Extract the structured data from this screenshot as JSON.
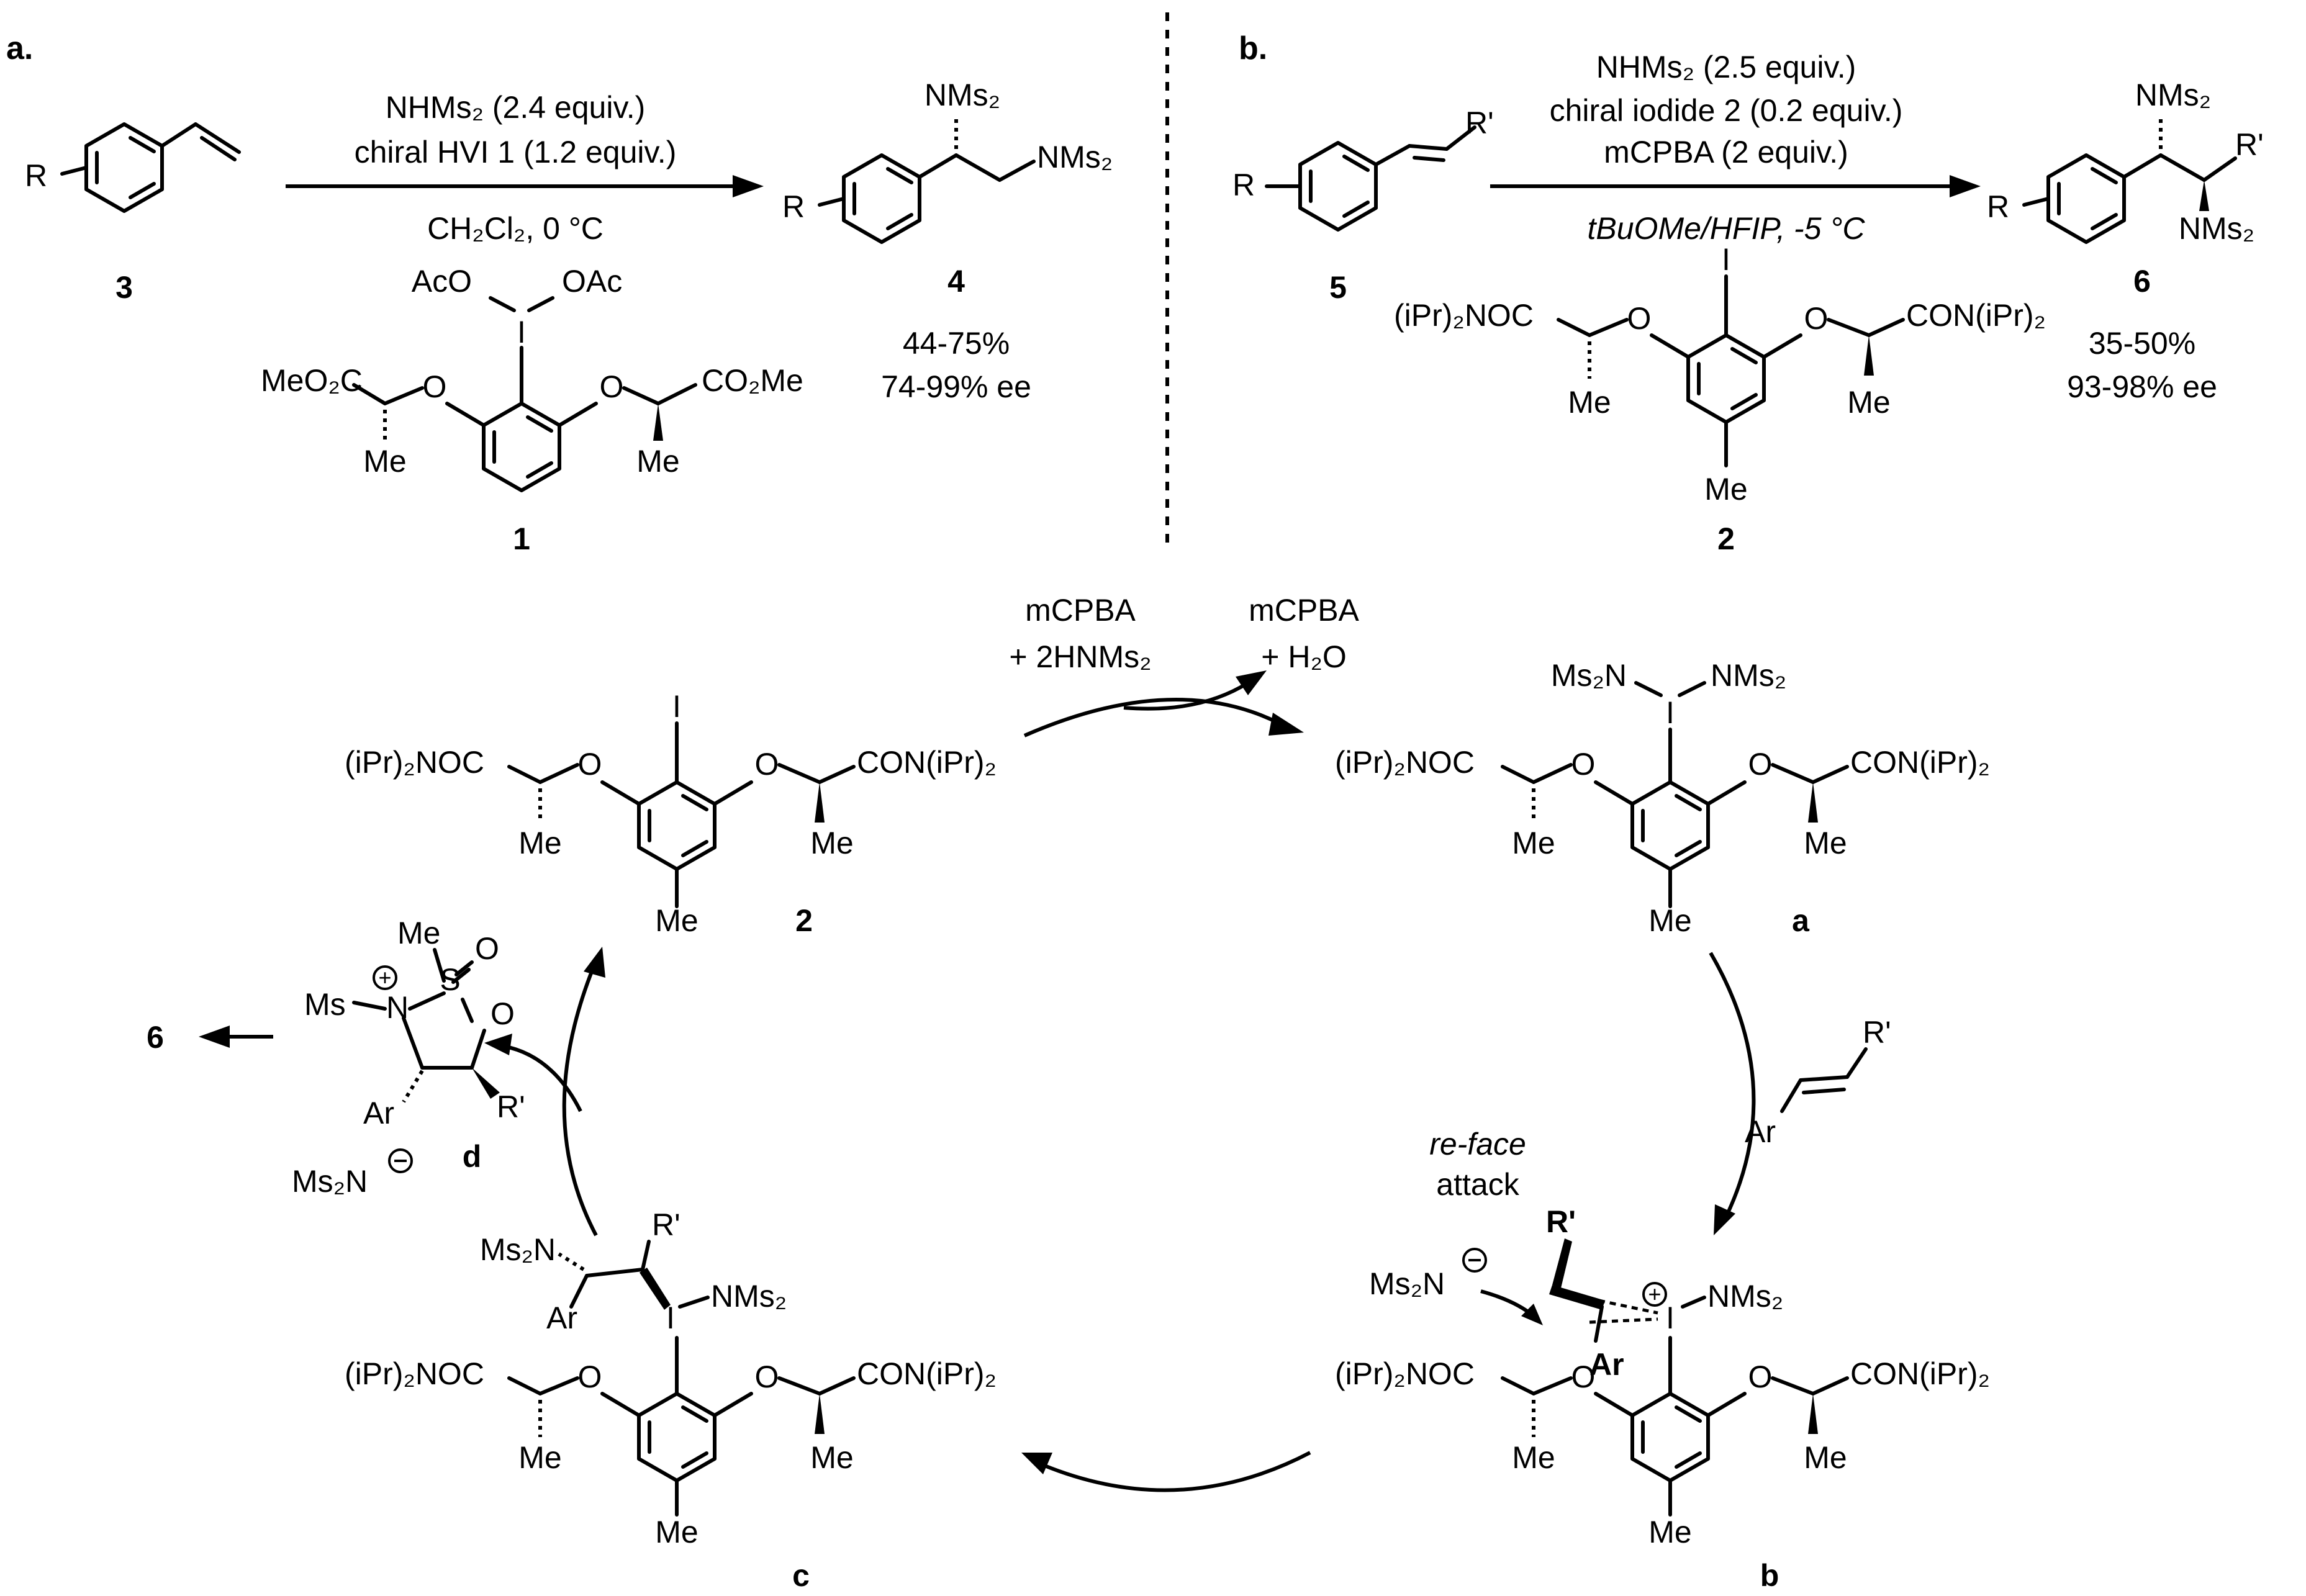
{
  "panel_a": {
    "label": "a.",
    "reagent_1": "NHMs₂ (2.4 equiv.)",
    "reagent_2": "chiral HVI 1 (1.2 equiv.)",
    "solvent": "CH₂Cl₂, 0 °C",
    "substrate_id": "3",
    "product_id": "4",
    "reagent_id": "1",
    "yield": "44-75%",
    "ee": "74-99% ee",
    "labels": {
      "r": "R",
      "nms2": "NMs₂",
      "aco": "AcO",
      "oac": "OAc",
      "meo2c": "MeO₂C",
      "co2me": "CO₂Me",
      "o": "O",
      "me": "Me",
      "i": "I"
    }
  },
  "panel_b": {
    "label": "b.",
    "reagent_1": "NHMs₂ (2.5 equiv.)",
    "reagent_2": "chiral iodide 2 (0.2 equiv.)",
    "reagent_3": "mCPBA (2 equiv.)",
    "solvent": "tBuOMe/HFIP, -5 °C",
    "substrate_id": "5",
    "product_id": "6",
    "catalyst_id": "2",
    "yield": "35-50%",
    "ee": "93-98% ee",
    "labels": {
      "r": "R",
      "rprime": "R'",
      "nms2": "NMs₂",
      "amide": "(iPr)₂NOC",
      "amide_r": "CON(iPr)₂",
      "o": "O",
      "me": "Me",
      "i": "I"
    }
  },
  "cycle": {
    "oxidant_in_1": "mCPBA",
    "oxidant_in_2": "+ 2HNMs₂",
    "oxidant_out_1": "mCPBA",
    "oxidant_out_2": "+ H₂O",
    "catalyst_id": "2",
    "intermediate_a": "a",
    "intermediate_b": "b",
    "intermediate_c": "c",
    "intermediate_d": "d",
    "attack_1": "re-face",
    "attack_2": "attack",
    "product_id": "6",
    "labels": {
      "ms2n": "Ms₂N",
      "nms2": "NMs₂",
      "ms2n_minus": "Ms₂N",
      "ms": "Ms",
      "me": "Me",
      "ar": "Ar",
      "rprime": "R'",
      "n": "N",
      "s": "S",
      "o": "O",
      "i": "I",
      "amide": "(iPr)₂NOC",
      "amide_r": "CON(iPr)₂"
    }
  }
}
